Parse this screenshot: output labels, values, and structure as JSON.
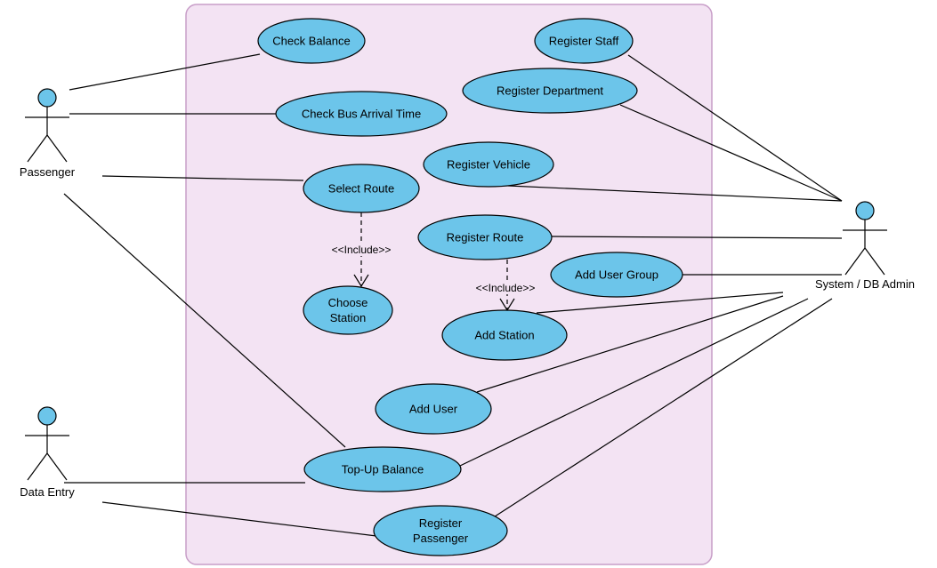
{
  "diagram": {
    "colors": {
      "system_fill": "#f3e3f3",
      "system_stroke": "#c89ec8",
      "usecase_fill": "#6cc5ea",
      "usecase_stroke": "#000000",
      "actor_head": "#6cc5ea",
      "line": "#000000"
    },
    "actors": [
      {
        "id": "passenger",
        "label": "Passenger",
        "icon": "stick-figure-icon"
      },
      {
        "id": "data-entry",
        "label": "Data Entry",
        "icon": "stick-figure-icon"
      },
      {
        "id": "admin",
        "label": "System / DB Admin",
        "icon": "stick-figure-icon"
      }
    ],
    "use_cases": [
      {
        "id": "check-balance",
        "lines": [
          "Check Balance"
        ]
      },
      {
        "id": "check-bus-arrival",
        "lines": [
          "Check Bus Arrival Time"
        ]
      },
      {
        "id": "select-route",
        "lines": [
          "Select Route"
        ]
      },
      {
        "id": "choose-station",
        "lines": [
          "Choose",
          "Station"
        ]
      },
      {
        "id": "top-up-balance",
        "lines": [
          "Top-Up Balance"
        ]
      },
      {
        "id": "register-passenger",
        "lines": [
          "Register",
          "Passenger"
        ]
      },
      {
        "id": "register-staff",
        "lines": [
          "Register Staff"
        ]
      },
      {
        "id": "register-department",
        "lines": [
          "Register Department"
        ]
      },
      {
        "id": "register-vehicle",
        "lines": [
          "Register Vehicle"
        ]
      },
      {
        "id": "register-route",
        "lines": [
          "Register Route"
        ]
      },
      {
        "id": "add-user-group",
        "lines": [
          "Add User Group"
        ]
      },
      {
        "id": "add-station",
        "lines": [
          "Add Station"
        ]
      },
      {
        "id": "add-user",
        "lines": [
          "Add User"
        ]
      }
    ],
    "associations": [
      {
        "actor": "passenger",
        "use_case": "check-balance"
      },
      {
        "actor": "passenger",
        "use_case": "check-bus-arrival"
      },
      {
        "actor": "passenger",
        "use_case": "select-route"
      },
      {
        "actor": "passenger",
        "use_case": "top-up-balance"
      },
      {
        "actor": "data-entry",
        "use_case": "top-up-balance"
      },
      {
        "actor": "data-entry",
        "use_case": "register-passenger"
      },
      {
        "actor": "admin",
        "use_case": "register-staff"
      },
      {
        "actor": "admin",
        "use_case": "register-department"
      },
      {
        "actor": "admin",
        "use_case": "register-vehicle"
      },
      {
        "actor": "admin",
        "use_case": "register-route"
      },
      {
        "actor": "admin",
        "use_case": "add-user-group"
      },
      {
        "actor": "admin",
        "use_case": "add-station"
      },
      {
        "actor": "admin",
        "use_case": "add-user"
      },
      {
        "actor": "admin",
        "use_case": "top-up-balance"
      },
      {
        "actor": "admin",
        "use_case": "register-passenger"
      }
    ],
    "includes": [
      {
        "from": "select-route",
        "to": "choose-station",
        "label": "<<Include>>"
      },
      {
        "from": "register-route",
        "to": "add-station",
        "label": "<<Include>>"
      }
    ]
  }
}
